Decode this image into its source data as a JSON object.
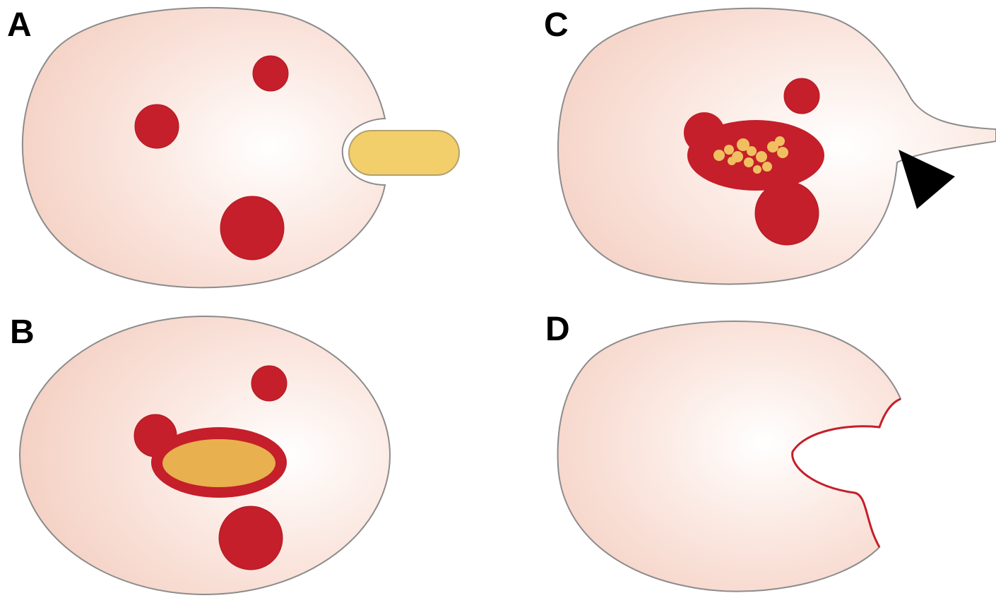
{
  "panels": [
    {
      "id": "A",
      "label": "A"
    },
    {
      "id": "B",
      "label": "B"
    },
    {
      "id": "C",
      "label": "C"
    },
    {
      "id": "D",
      "label": "D"
    }
  ],
  "colors": {
    "cell_edge": "#f6d8cc",
    "cell_mid": "#fbe8e1",
    "cell_highlight": "#ffffff",
    "cell_outline": "#8c8c8c",
    "granule": "#c41f2a",
    "bacterium": "#f2cf6a",
    "engulfed_particle": "#e8b04f",
    "digested_fragments": "#f0c060",
    "arrowhead": "#000000",
    "exocytosis_outline": "#c41f2a"
  }
}
